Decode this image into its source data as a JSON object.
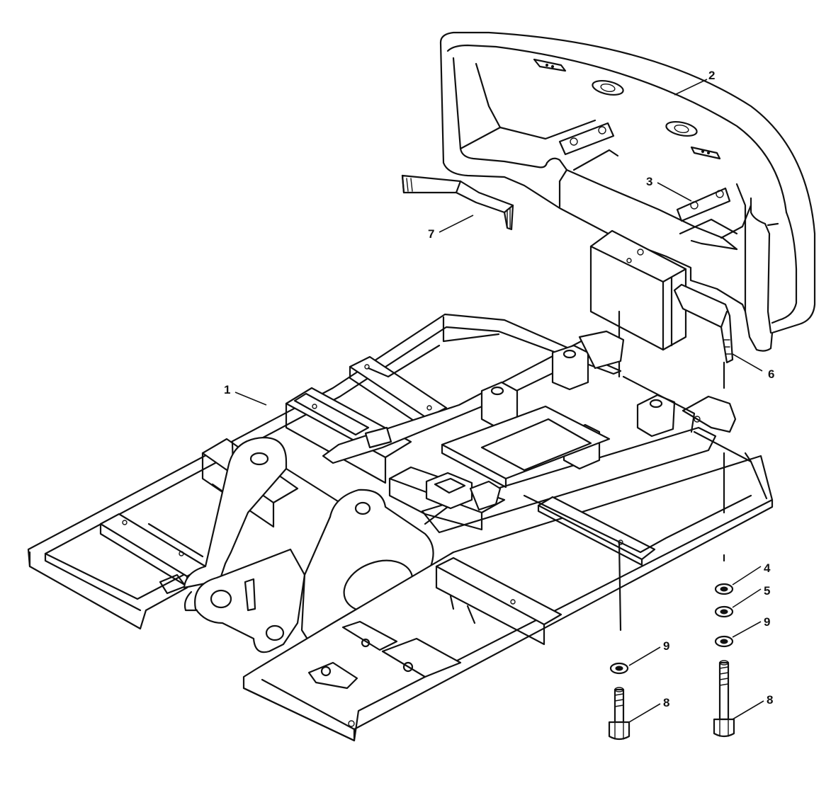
{
  "callouts": [
    {
      "id": "c1",
      "text": "1"
    },
    {
      "id": "c2",
      "text": "2"
    },
    {
      "id": "c3",
      "text": "3"
    },
    {
      "id": "c4",
      "text": "4"
    },
    {
      "id": "c5",
      "text": "5"
    },
    {
      "id": "c6",
      "text": "6"
    },
    {
      "id": "c7",
      "text": "7"
    },
    {
      "id": "c8a",
      "text": "8"
    },
    {
      "id": "c8b",
      "text": "8"
    },
    {
      "id": "c9a",
      "text": "9"
    },
    {
      "id": "c9b",
      "text": "9"
    }
  ]
}
